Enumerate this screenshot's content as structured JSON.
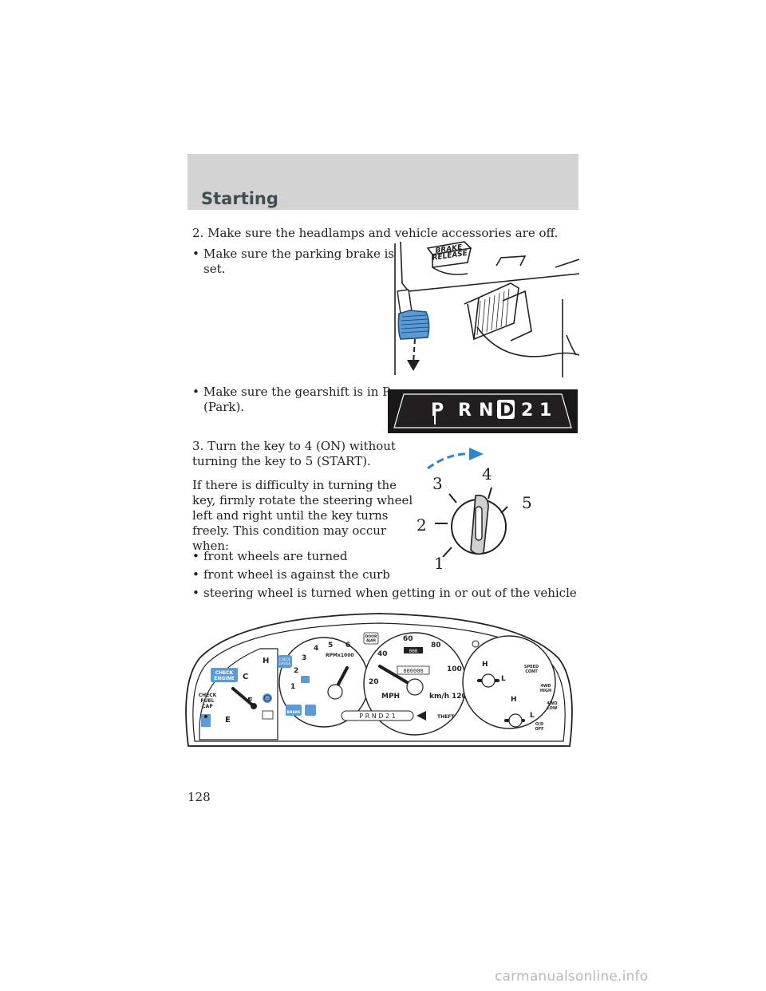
{
  "header": {
    "title": "Starting"
  },
  "body": {
    "step2": "2. Make sure the headlamps and vehicle accessories are off.",
    "bullet_parking_line1": "Make sure the parking brake is",
    "bullet_parking_line2": "set.",
    "bullet_gear_line1": "Make sure the gearshift is in P",
    "bullet_gear_line2": "(Park).",
    "step3_line1": "3. Turn the key to 4 (ON) without",
    "step3_line2": "turning the key to 5 (START).",
    "difficulty_lines": [
      "If there is difficulty in turning the",
      "key, firmly rotate the steering wheel",
      "left and right until the key turns",
      "freely. This condition may occur",
      "when:"
    ],
    "bullets": [
      "front wheels are turned",
      "front wheel is against the curb",
      "steering wheel is turned when getting in or out of the vehicle"
    ],
    "bullet_symbol": "•"
  },
  "figures": {
    "brake": {
      "label_line1": "BRAKE",
      "label_line2": "RELEASE"
    },
    "gearshift": {
      "p": "P",
      "r": "R",
      "n": "N",
      "d": "D",
      "two": "2",
      "one": "1"
    },
    "ignition": {
      "positions": [
        "1",
        "2",
        "3",
        "4",
        "5"
      ]
    },
    "cluster": {
      "check_engine": [
        "CHECK",
        "ENGINE"
      ],
      "check_fuel_cap": [
        "CHECK",
        "FUEL",
        "CAP"
      ],
      "temp_h": "H",
      "temp_c": "C",
      "fuel_f": "F",
      "fuel_e": "E",
      "rpm_label": "RPMx1000",
      "rpm_ticks": [
        "1",
        "2",
        "3",
        "4",
        "5",
        "6"
      ],
      "check_top": [
        "CHECK",
        "GAUGE"
      ],
      "door_ajar": [
        "DOOR",
        "AJAR"
      ],
      "brake": "BRAKE",
      "speed_ticks": [
        "20",
        "40",
        "60",
        "80",
        "100",
        "120"
      ],
      "odometer": "000000",
      "trip": "000",
      "mph": "MPH",
      "kmh": "km/h",
      "prnd": "P R N D 2 1",
      "theft": "THEFT",
      "oil_h": "H",
      "oil_l": "L",
      "volt_h": "H",
      "volt_l": "L",
      "speed_cont": [
        "SPEED",
        "CONT"
      ],
      "fourwd_high": [
        "4WD",
        "HIGH"
      ],
      "fourwd_low": [
        "4WD",
        "LOW"
      ],
      "od_off": [
        "O/D",
        "OFF"
      ]
    }
  },
  "page_number": "128",
  "footer": {
    "watermark": "carmanualsonline.info"
  },
  "colors": {
    "header_band": "#d3d3d3",
    "accent_blue": "#2e86c8",
    "title": "#3d4f52"
  }
}
